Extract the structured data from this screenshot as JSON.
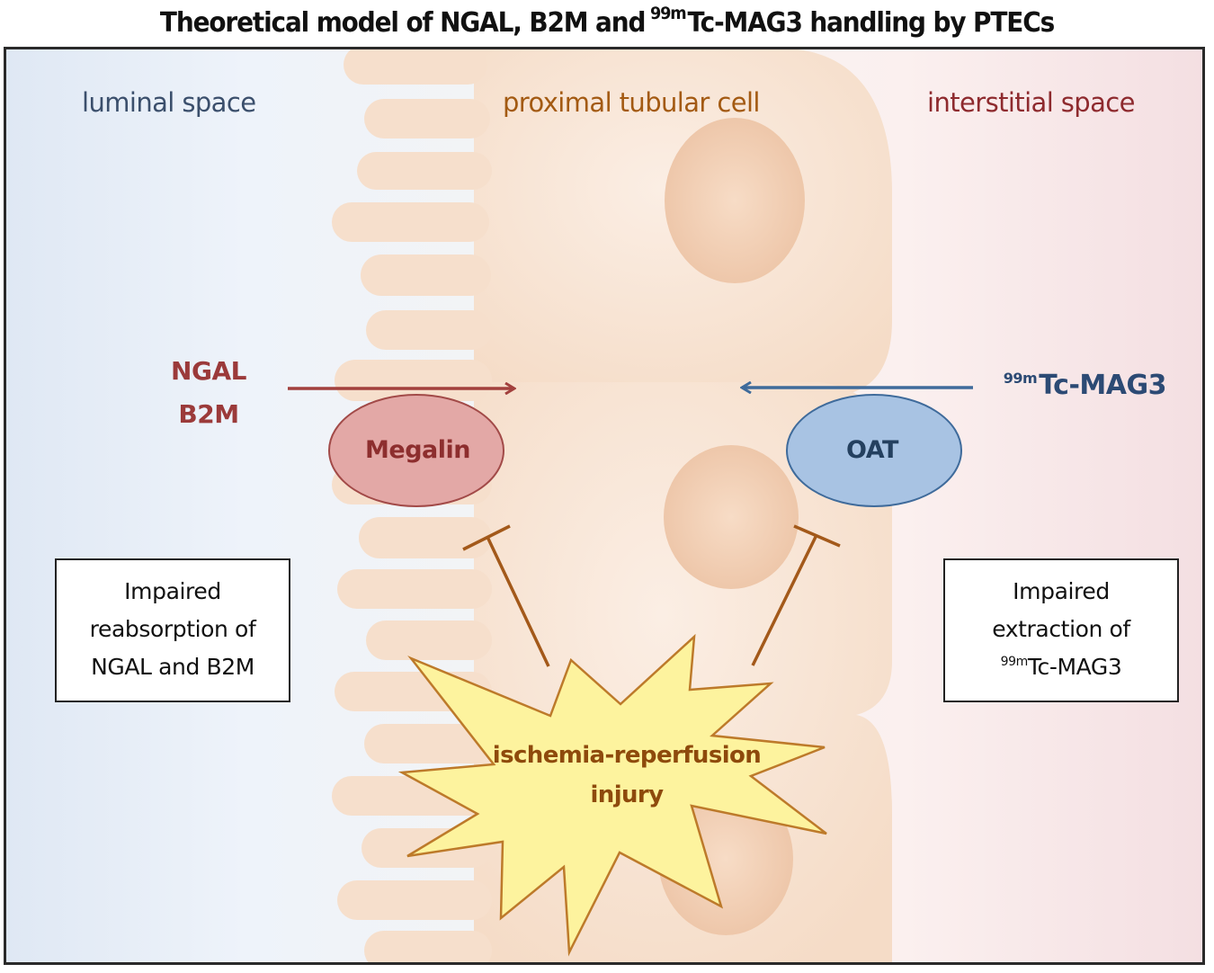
{
  "title": {
    "prefix": "Theoretical model of NGAL, B2M and",
    "isotope": "99m",
    "suffix": "Tc-MAG3 handling by PTECs"
  },
  "regions": {
    "luminal": "luminal space",
    "cell": "proximal tubular cell",
    "interstitial": "interstitial space"
  },
  "substrates": {
    "left": [
      "NGAL",
      "B2M"
    ],
    "right_isotope": "99m",
    "right_name": "Tc-MAG3"
  },
  "transporters": {
    "left": "Megalin",
    "right": "OAT"
  },
  "effect_boxes": {
    "left": [
      "Impaired",
      "reabsorption of",
      "NGAL and B2M"
    ],
    "right_lines": [
      "Impaired",
      "extraction of"
    ],
    "right_isotope": "99m",
    "right_name": "Tc-MAG3"
  },
  "injury": [
    "ischemia-reperfusion",
    "injury"
  ],
  "colors": {
    "megalin_fill": "#e3a8a6",
    "megalin_stroke": "#a24a48",
    "oat_fill": "#a8c3e3",
    "oat_stroke": "#3f6b9b",
    "left_arrow": "#a2403d",
    "right_arrow": "#3f6b9b",
    "inhibit": "#a3591a",
    "burst_fill": "#fdf39e",
    "burst_stroke": "#bd7a2a",
    "cell": "#f6dfcc",
    "nucleus": "#efcbb0"
  }
}
